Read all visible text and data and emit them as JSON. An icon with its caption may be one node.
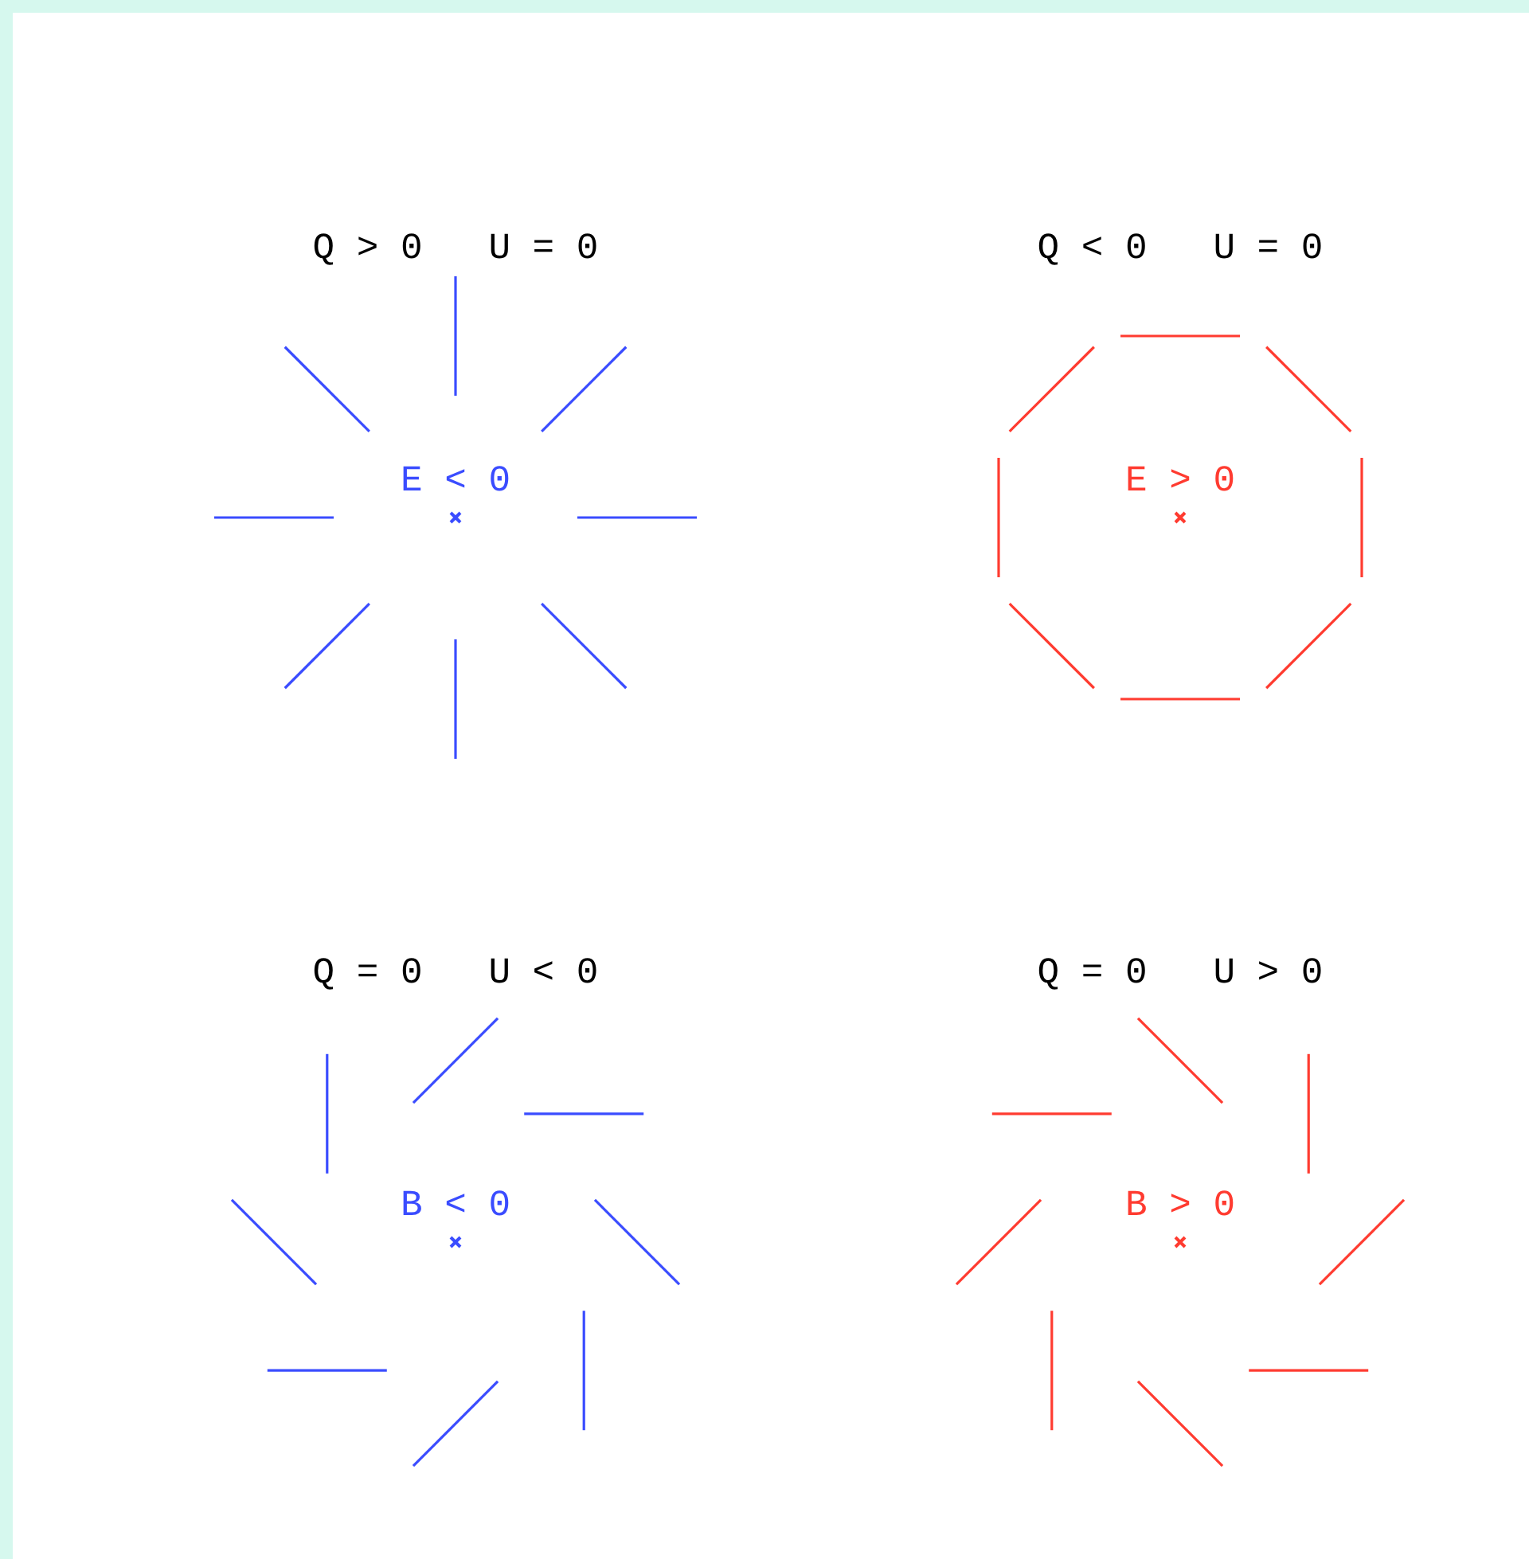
{
  "diagram": {
    "labels": [
      "Q > 0   U = 0",
      "Q < 0   U = 0",
      "E < 0",
      "E > 0",
      "Q = 0   U < 0",
      "Q = 0   U > 0",
      "B < 0",
      "B > 0"
    ]
  }
}
